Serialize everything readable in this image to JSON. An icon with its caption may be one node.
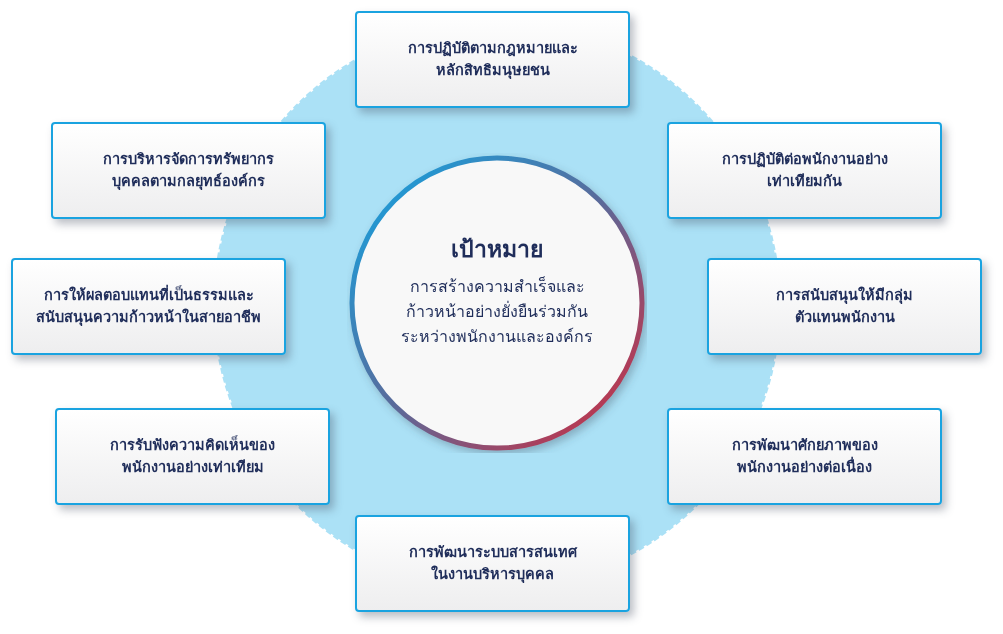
{
  "diagram": {
    "nodes": [
      {
        "text": [
          "การปฏิบัติตามกฎหมายและหลักสิทธิมนุษยชน"
        ]
      },
      {
        "text": [
          "การบริหารจัดการทรัพยากรบุคคลตามกลยุทธ์องค์กร"
        ]
      },
      {
        "text": [
          "การปฏิบัติต่อพนักงานอย่างเท่าเทียมกัน"
        ]
      },
      {
        "text": [
          "เป้าหมาย",
          "การสร้างความสำเร็จและก้าวหน้าอย่างยั่งยืนร่วมกันระหว่างพนักงานและองค์กร"
        ]
      },
      {
        "text": [
          "การให้ผลตอบแทนที่เป็นธรรมและสนับสนุนความก้าวหน้าในสายอาชีพ"
        ]
      },
      {
        "text": [
          "การสนับสนุนให้มีกลุ่มตัวแทนพนักงาน"
        ]
      },
      {
        "text": [
          "การรับฟังความคิดเห็นของพนักงานอย่างเท่าเทียม"
        ]
      },
      {
        "text": [
          "การพัฒนาศักยภาพของพนักงานอย่างต่อเนื่อง"
        ]
      },
      {
        "text": [
          "การพัฒนาระบบสารสนเทศในงานบริหารบุคคล"
        ]
      }
    ]
  }
}
